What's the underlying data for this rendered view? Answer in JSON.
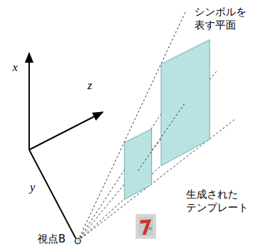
{
  "diagram": {
    "labels": [
      "シンボルを 表す平面",
      "x",
      "z",
      "y",
      "生成された テンプレート",
      "視点B"
    ]
  }
}
